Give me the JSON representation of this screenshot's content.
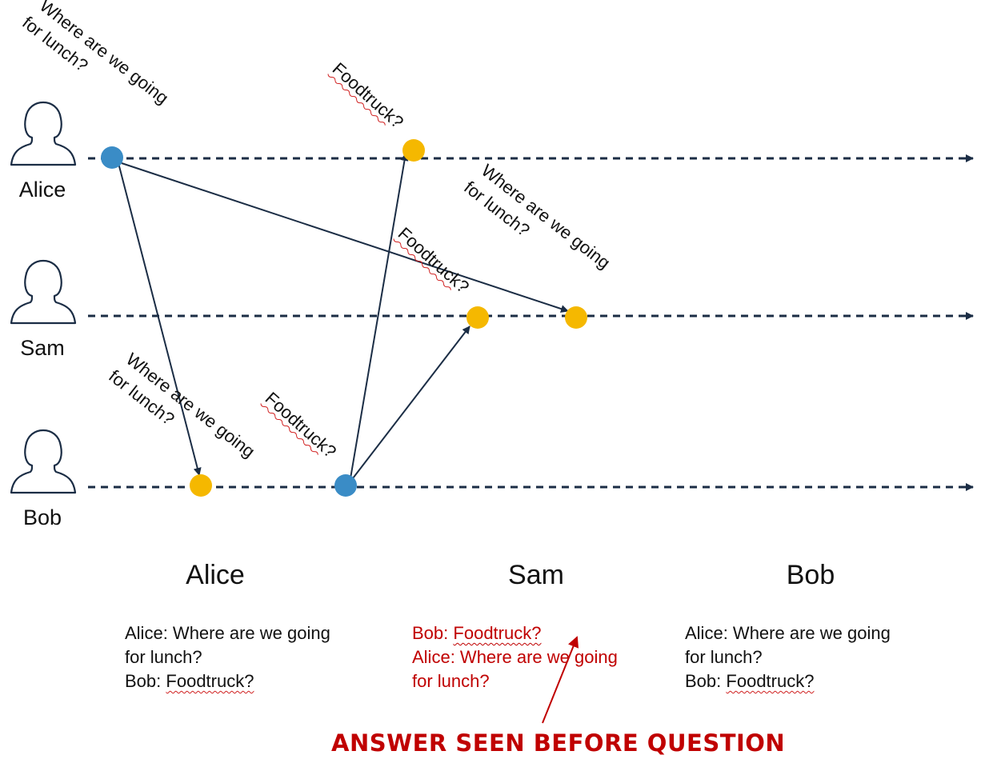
{
  "colors": {
    "line": "#1b2d45",
    "sent_dot": "#3a8cc6",
    "received_dot": "#f5b800",
    "warning": "#c00000",
    "squiggle": "#d02020"
  },
  "actors": [
    {
      "id": "alice",
      "name": "Alice",
      "icon": "person-outline-icon"
    },
    {
      "id": "sam",
      "name": "Sam",
      "icon": "person-outline-icon"
    },
    {
      "id": "bob",
      "name": "Bob",
      "icon": "person-outline-icon"
    }
  ],
  "messages": {
    "question": {
      "line1": "Where are we going",
      "line2": "for lunch?"
    },
    "answer": {
      "text": "Foodtruck?"
    }
  },
  "views": [
    {
      "title": "Alice",
      "entries": [
        {
          "sender": "Alice",
          "sep": ":",
          "line1": " Where are we going",
          "line2": "for lunch?",
          "highlight": false
        },
        {
          "sender": "Bob",
          "sep": ":",
          "text": "Foodtruck?",
          "highlight": false
        }
      ]
    },
    {
      "title": "Sam",
      "entries": [
        {
          "sender": "Bob",
          "sep": ":",
          "text": "Foodtruck?",
          "highlight": true
        },
        {
          "sender": "Alice",
          "sep": ":",
          "line1": " Where are we going",
          "line2": "for lunch?",
          "highlight": true
        }
      ]
    },
    {
      "title": "Bob",
      "entries": [
        {
          "sender": "Alice",
          "sep": ":",
          "line1": " Where are we going",
          "line2": "for lunch?",
          "highlight": false
        },
        {
          "sender": "Bob",
          "sep": ":",
          "text": "Foodtruck?",
          "highlight": false
        }
      ]
    }
  ],
  "warning": "ANSWER SEEN BEFORE QUESTION"
}
